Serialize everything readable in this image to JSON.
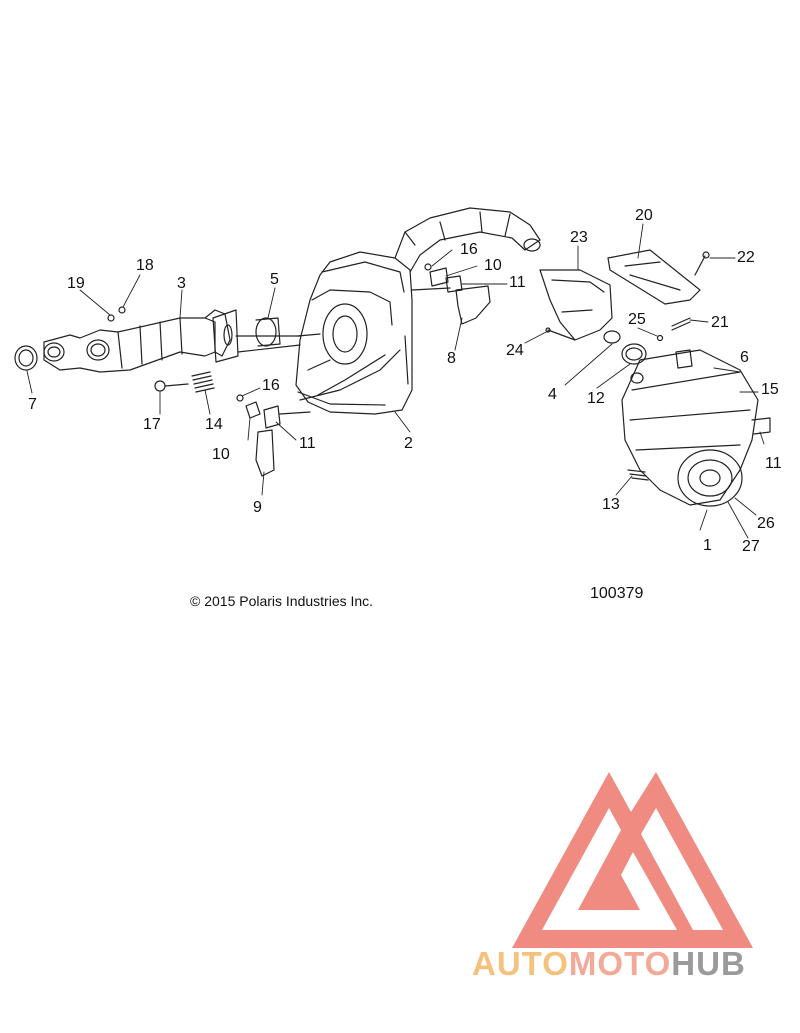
{
  "diagram": {
    "copyright": "© 2015 Polaris Industries Inc.",
    "diagram_id": "100379",
    "callouts": [
      {
        "id": "c1",
        "label": "1"
      },
      {
        "id": "c2",
        "label": "2"
      },
      {
        "id": "c3",
        "label": "3"
      },
      {
        "id": "c4",
        "label": "4"
      },
      {
        "id": "c5",
        "label": "5"
      },
      {
        "id": "c6",
        "label": "6"
      },
      {
        "id": "c7",
        "label": "7"
      },
      {
        "id": "c8",
        "label": "8"
      },
      {
        "id": "c9",
        "label": "9"
      },
      {
        "id": "c10a",
        "label": "10"
      },
      {
        "id": "c10b",
        "label": "10"
      },
      {
        "id": "c11a",
        "label": "11"
      },
      {
        "id": "c11b",
        "label": "11"
      },
      {
        "id": "c11c",
        "label": "11"
      },
      {
        "id": "c12",
        "label": "12"
      },
      {
        "id": "c13",
        "label": "13"
      },
      {
        "id": "c14",
        "label": "14"
      },
      {
        "id": "c15",
        "label": "15"
      },
      {
        "id": "c16a",
        "label": "16"
      },
      {
        "id": "c16b",
        "label": "16"
      },
      {
        "id": "c17",
        "label": "17"
      },
      {
        "id": "c18",
        "label": "18"
      },
      {
        "id": "c19",
        "label": "19"
      },
      {
        "id": "c20",
        "label": "20"
      },
      {
        "id": "c21",
        "label": "21"
      },
      {
        "id": "c22",
        "label": "22"
      },
      {
        "id": "c23",
        "label": "23"
      },
      {
        "id": "c24",
        "label": "24"
      },
      {
        "id": "c25",
        "label": "25"
      },
      {
        "id": "c26",
        "label": "26"
      },
      {
        "id": "c27",
        "label": "27"
      }
    ]
  },
  "watermark": {
    "part1": "AUTO",
    "part2": "MOTO",
    "part3": "HUB",
    "colors": {
      "logo": "#f08b82",
      "auto": "#f4c27c",
      "moto": "#f3a898",
      "hub": "#9a9a9a"
    }
  }
}
